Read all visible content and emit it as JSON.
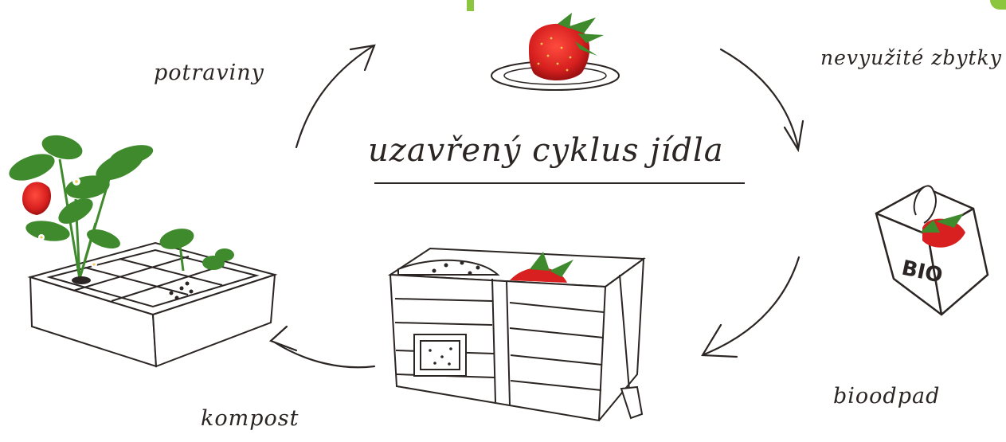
{
  "title": "uzavřený cyklus jídla",
  "labels": {
    "potraviny": "potraviny",
    "nevyuzite_zbytky": "nevyužité zbytky",
    "bioodpad": "bioodpad",
    "kompost": "kompost"
  },
  "bin_label": "BIO",
  "colors": {
    "accent_green": "#8cc63f",
    "ink": "#2b2523",
    "strawberry_red": "#d7201f",
    "leaf_green": "#3f8a2c"
  },
  "icons": [
    "strawberry-on-plate-icon",
    "bio-bin-icon",
    "compost-box-icon",
    "raised-garden-bed-icon"
  ]
}
